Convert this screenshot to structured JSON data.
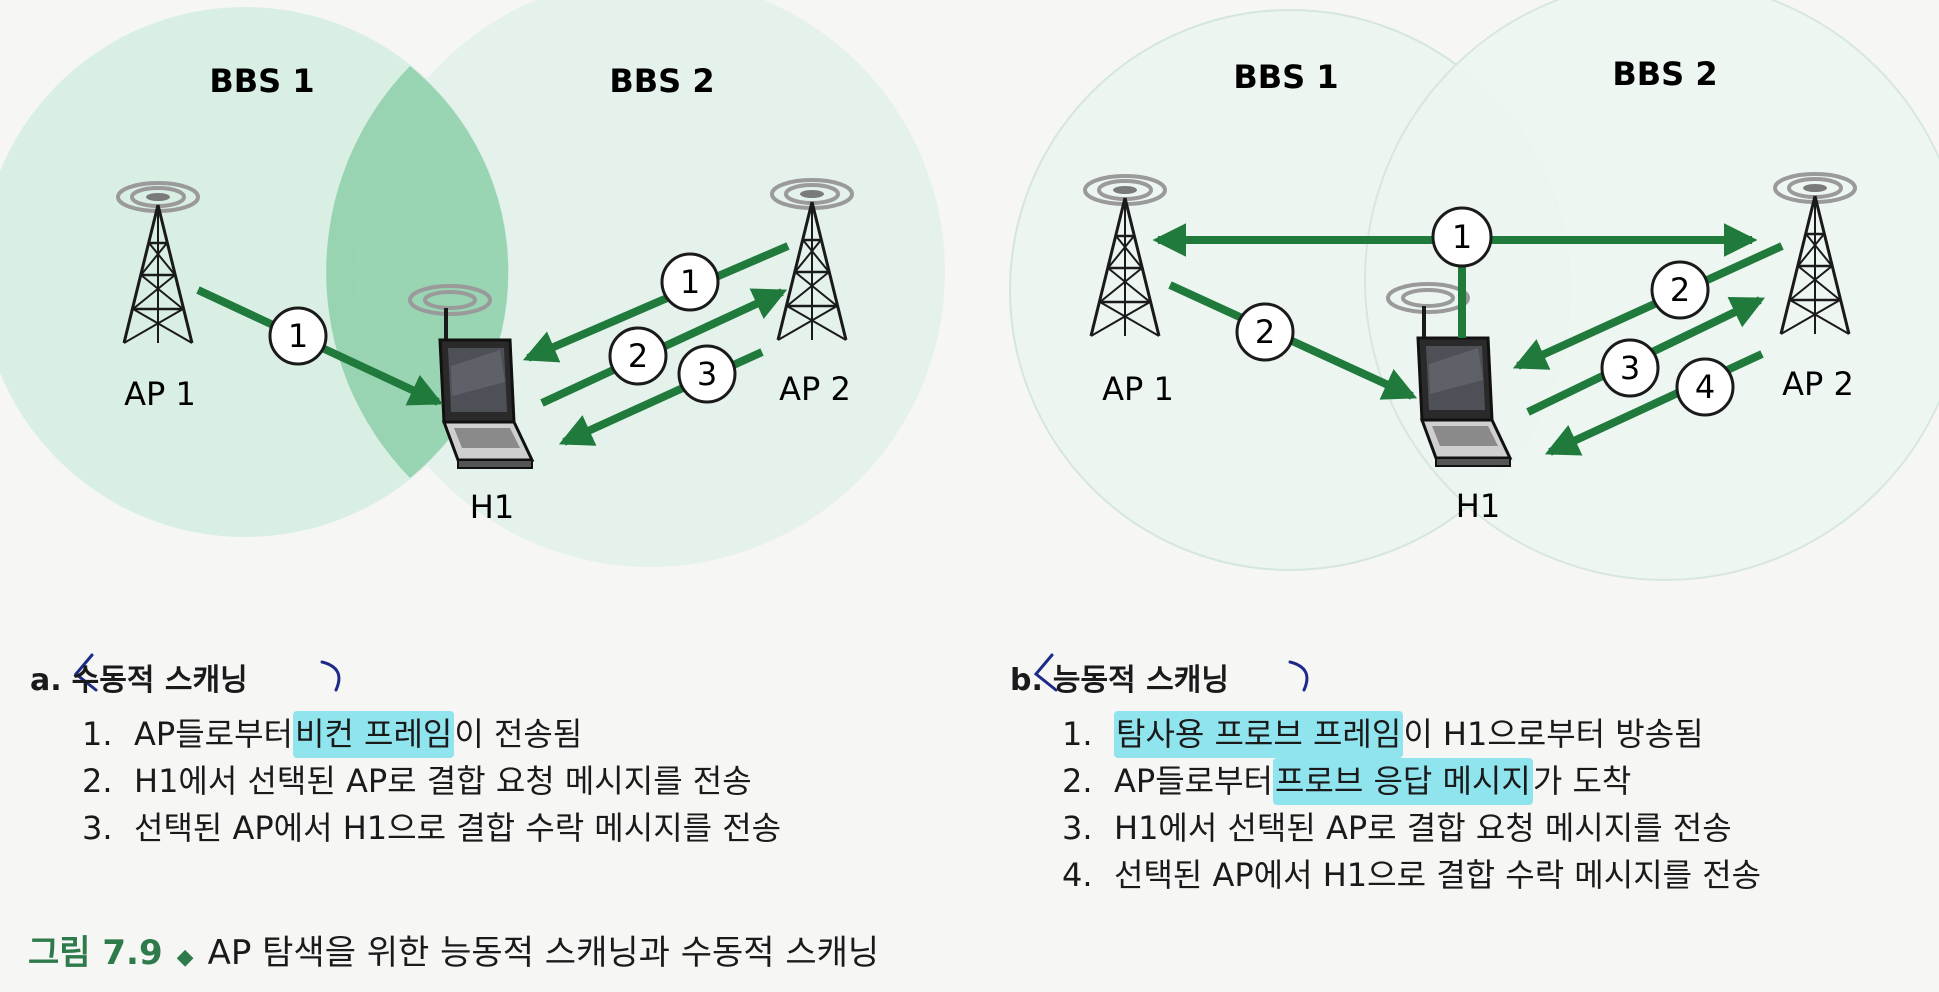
{
  "panels": [
    {
      "id": "a",
      "bss_labels": [
        "BBS 1",
        "BBS 2"
      ],
      "ap_labels": [
        "AP 1",
        "AP 2"
      ],
      "host_label": "H1",
      "arrow_numbers": [
        "1",
        "2",
        "3"
      ],
      "caption_letter": "a.",
      "caption_title": "수동적 스캐닝",
      "steps": [
        {
          "num": "1.",
          "pre": "AP들로부터 ",
          "hl": "비컨 프레임",
          "post": "이 전송됨"
        },
        {
          "num": "2.",
          "pre": "H1에서 선택된 AP로 결합 요청 메시지를 전송",
          "hl": "",
          "post": ""
        },
        {
          "num": "3.",
          "pre": "선택된 AP에서 H1으로 결합 수락 메시지를 전송",
          "hl": "",
          "post": ""
        }
      ]
    },
    {
      "id": "b",
      "bss_labels": [
        "BBS 1",
        "BBS 2"
      ],
      "ap_labels": [
        "AP 1",
        "AP 2"
      ],
      "host_label": "H1",
      "arrow_numbers": [
        "1",
        "2",
        "2",
        "3",
        "4"
      ],
      "caption_letter": "b.",
      "caption_title": "능동적 스캐닝",
      "steps": [
        {
          "num": "1.",
          "pre": "",
          "hl": "탐사용 프로브 프레임",
          "post": "이 H1으로부터 방송됨"
        },
        {
          "num": "2.",
          "pre": "AP들로부터 ",
          "hl": "프로브 응답 메시지",
          "post": "가 도착"
        },
        {
          "num": "3.",
          "pre": "H1에서 선택된 AP로 결합 요청 메시지를 전송",
          "hl": "",
          "post": ""
        },
        {
          "num": "4.",
          "pre": "선택된 AP에서 H1으로 결합 수락 메시지를 전송",
          "hl": "",
          "post": ""
        }
      ]
    }
  ],
  "figure_caption": {
    "number": "그림 7.9",
    "bullet": "◆",
    "text": "AP 탐색을 위한 능동적 스캐닝과 수동적 스캐닝"
  },
  "colors": {
    "arrow_green": "#1f7a3c",
    "bss_fill_light": "#d3ece0",
    "bss_overlap": "#74c49a",
    "highlight": "#3dd6e8",
    "pen_annotation": "#1d2a8a"
  }
}
